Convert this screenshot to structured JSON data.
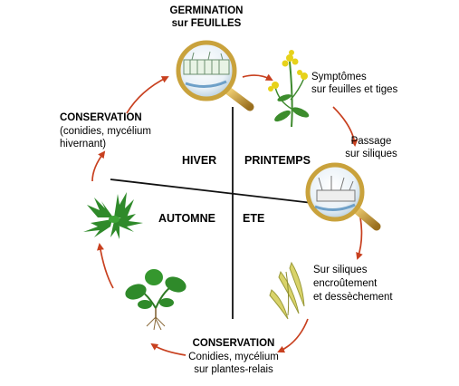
{
  "labels": {
    "germination_title": "GERMINATION",
    "germination_sub": "sur FEUILLES",
    "symptomes_1": "Symptômes",
    "symptomes_2": "sur feuilles et tiges",
    "passage_1": "Passage",
    "passage_2": "sur siliques",
    "siliques_1": "Sur siliques",
    "siliques_2": "encroûtement",
    "siliques_3": "et dessèchement",
    "conservation_bottom_title": "CONSERVATION",
    "conservation_bottom_1": "Conidies, mycélium",
    "conservation_bottom_2": "sur plantes-relais",
    "conservation_left_title": "CONSERVATION",
    "conservation_left_1": "(conidies, mycélium",
    "conservation_left_2": "hivernant)"
  },
  "seasons": {
    "hiver": "HIVER",
    "printemps": "PRINTEMPS",
    "automne": "AUTOMNE",
    "ete": "ETE"
  },
  "colors": {
    "arrow": "#c8401f",
    "magnifier_rim": "#c9a23c",
    "leaf_green": "#2f8a2a",
    "silique_yellow": "#d9d36a",
    "flower_yellow": "#e7d21a"
  }
}
